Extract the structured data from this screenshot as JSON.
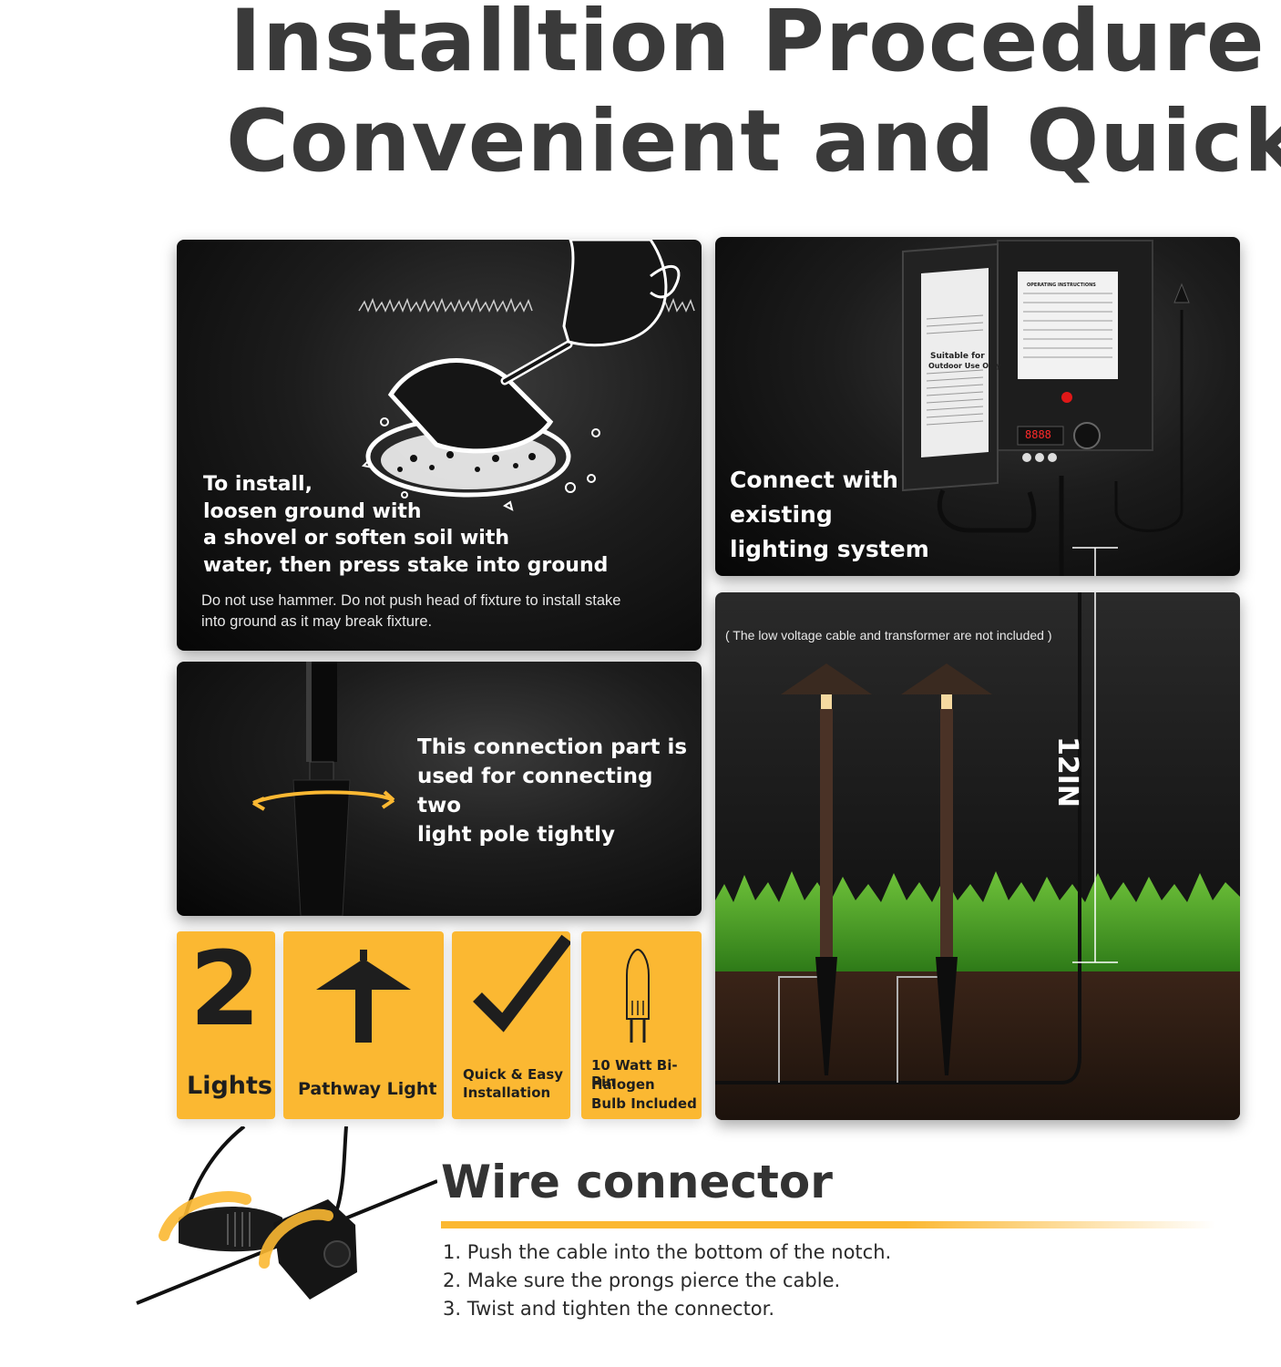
{
  "title": {
    "line1": "Installtion Procedure",
    "line2": "Convenient and Quick"
  },
  "install_panel": {
    "lines": [
      "To install,",
      "loosen ground with",
      "a shovel or soften soil with",
      "water, then press stake into ground"
    ],
    "note_lines": [
      "Do not use hammer. Do not push head of fixture to install stake",
      "into ground as it may break fixture."
    ]
  },
  "connection_panel": {
    "lines": [
      "This connection part is",
      "used for connecting two",
      "light pole tightly"
    ]
  },
  "transformer_panel": {
    "lines": [
      "Connect with",
      "existing",
      "lighting system"
    ],
    "label_text": {
      "suitable": "Suitable for",
      "outdoor": "Outdoor Use Only",
      "operating": "OPERATING INSTRUCTIONS",
      "display": "8888"
    }
  },
  "lights_panel": {
    "note": "( The low voltage cable and transformer are not included )",
    "depth_label": "12IN"
  },
  "features": {
    "count": "2",
    "count_label": "Lights",
    "pathway": "Pathway Light",
    "quick_lines": [
      "Quick & Easy",
      "Installation"
    ],
    "bulb_lines": [
      "10 Watt Bi-Pin",
      "Halogen",
      "Bulb Included"
    ]
  },
  "wire_connector": {
    "title": "Wire connector",
    "steps": [
      "1. Push the cable into the bottom of the notch.",
      "2. Make sure the prongs pierce the cable.",
      "3. Twist and tighten the connector."
    ]
  },
  "colors": {
    "accent": "#fbb832",
    "title": "#3a3a3a",
    "panel": "#111111"
  }
}
